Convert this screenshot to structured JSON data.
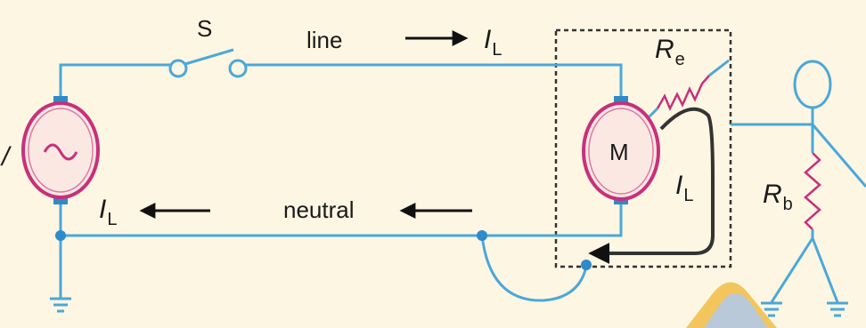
{
  "labels": {
    "switch": "S",
    "line": "line",
    "neutral": "neutral",
    "motor": "M",
    "source_partial": "/",
    "current_symbol": "I",
    "current_sub": "L",
    "earth_res_symbol": "R",
    "earth_res_sub": "e",
    "body_res_symbol": "R",
    "body_res_sub": "b"
  },
  "colors": {
    "background": "#fdf6e3",
    "wire": "#4aa8d8",
    "component_outline": "#c8307a",
    "component_fill": "#fbe8e3",
    "connector": "#2d8bc9",
    "enclosure": "#333333",
    "fault_arrow": "#333333",
    "resistor": "#c8307a",
    "accent_shape": "#f2c14e"
  },
  "icons": {
    "source": "ac-sine-icon",
    "earth": "ground-icon",
    "switch": "switch-icon",
    "person": "stick-figure-icon"
  }
}
